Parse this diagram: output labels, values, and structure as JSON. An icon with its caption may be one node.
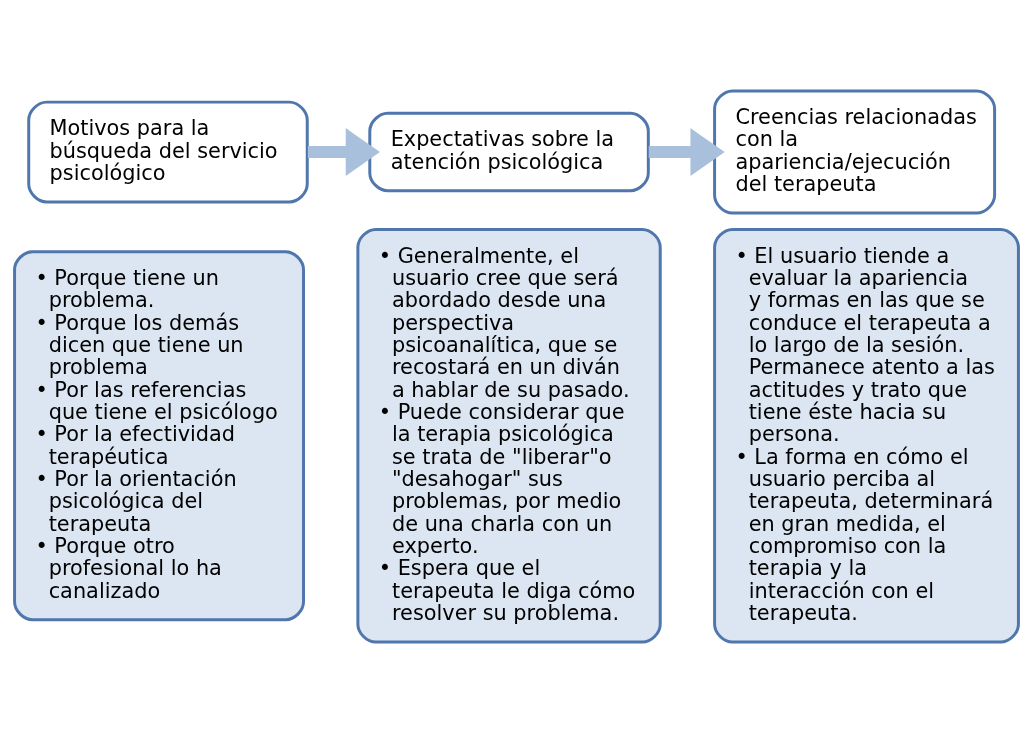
{
  "diagram": {
    "nodes": [
      {
        "text": [
          "Motivos para la búsqueda del servicio psicológico"
        ]
      },
      {
        "text": [
          "• Porque tiene un problema.",
          "• Porque los demás dicen que tiene un problema",
          "• Por las referencias que tiene el psicólogo",
          "• Por la efectividad terapéutica",
          "• Por la orientación psicológica del terapeuta",
          "• Porque otro profesional lo ha canalizado"
        ]
      },
      {
        "text": [
          "Expectativas sobre la atención psicológica"
        ]
      },
      {
        "text": [
          "• Generalmente, el usuario cree que será abordado desde una perspectiva psicoanalítica, que se recostará en un diván a hablar de su pasado.",
          "• Puede considerar que la terapia psicológica se trata de \"liberar\"o \"desahogar\" sus problemas, por medio de una charla con un experto.",
          "• Espera que el terapeuta le diga cómo resolver su problema."
        ]
      },
      {
        "text": [
          "Creencias relacionadas con la apariencia/ejecución del terapeuta"
        ]
      },
      {
        "text": [
          "• El usuario tiende a evaluar la apariencia y formas en las que se conduce el terapeuta a lo largo de la sesión. Permanece atento a las actitudes y trato que tiene éste hacia su persona.",
          "• La forma en cómo el usuario perciba al terapeuta, determinará en gran medida, el compromiso con la terapia y la interacción con el terapeuta."
        ]
      }
    ],
    "edges": [
      {
        "from": 0,
        "to": 2,
        "arrow": "to"
      },
      {
        "from": 2,
        "to": 4,
        "arrow": "to"
      }
    ]
  }
}
